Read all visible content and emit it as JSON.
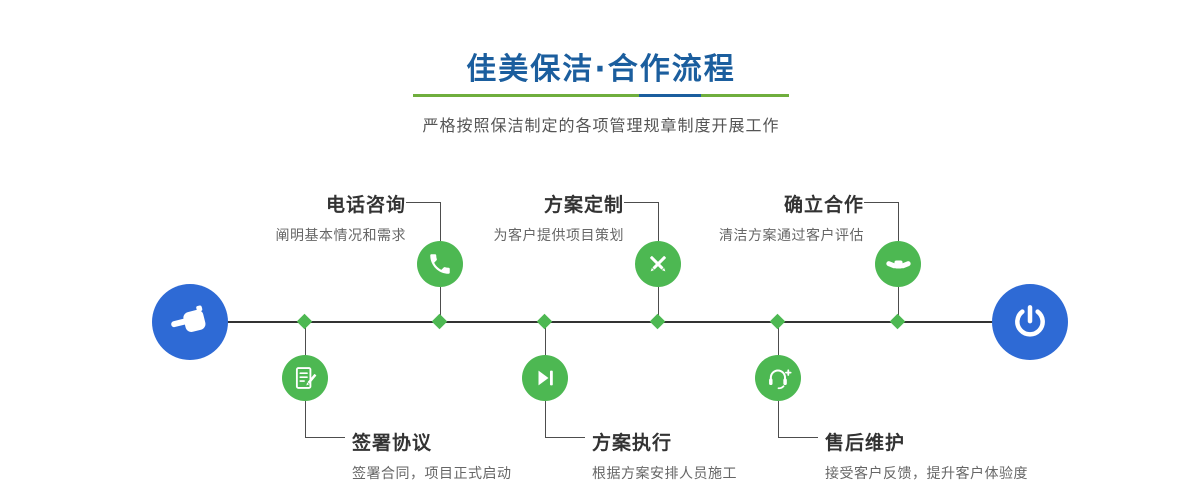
{
  "header": {
    "title": "佳美保洁·合作流程",
    "subtitle": "严格按照保洁制定的各项管理规章制度开展工作"
  },
  "endpoints": {
    "start_icon": "hand-pointer-icon",
    "end_icon": "power-icon"
  },
  "steps": {
    "top": [
      {
        "title": "电话咨询",
        "desc": "阐明基本情况和需求",
        "icon": "phone-icon"
      },
      {
        "title": "方案定制",
        "desc": "为客户提供项目策划",
        "icon": "design-icon"
      },
      {
        "title": "确立合作",
        "desc": "清洁方案通过客户评估",
        "icon": "handshake-icon"
      }
    ],
    "bottom": [
      {
        "title": "签署协议",
        "desc": "签署合同，项目正式启动",
        "icon": "contract-icon"
      },
      {
        "title": "方案执行",
        "desc": "根据方案安排人员施工",
        "icon": "execute-icon"
      },
      {
        "title": "售后维护",
        "desc": "接受客户反馈，提升客户体验度",
        "icon": "support-icon"
      }
    ]
  },
  "colors": {
    "title_blue": "#1b5e9e",
    "node_blue": "#2e6ad5",
    "accent_green": "#4db852",
    "underline_green": "#6fae3d",
    "axis_dark": "#333333",
    "text_dark": "#333333",
    "text_muted": "#666666"
  }
}
